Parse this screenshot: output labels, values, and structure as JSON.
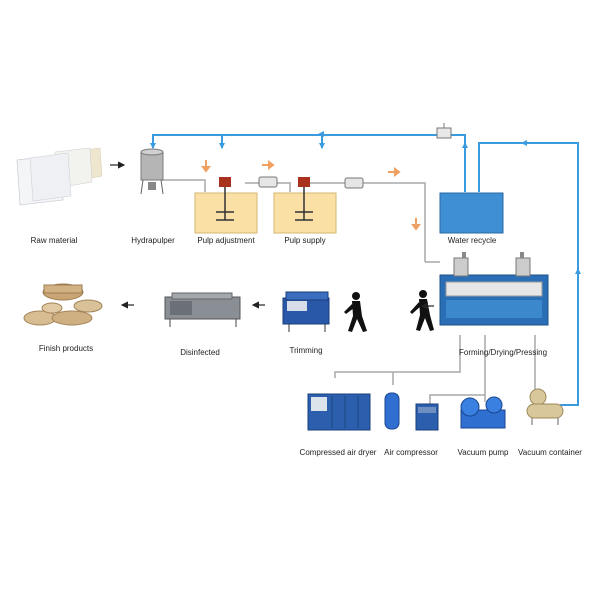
{
  "labels": {
    "raw_material": "Raw material",
    "hydrapulper": "Hydrapulper",
    "pulp_adjustment": "Pulp adjustment",
    "pulp_supply": "Pulp supply",
    "water_recycle": "Water recycle",
    "finish_products": "Finish products",
    "disinfected": "Disinfected",
    "trimming": "Trimming",
    "forming": "Forming/Drying/Pressing",
    "compressed_air_dryer": "Compressed air dryer",
    "air_compressor": "Air compressor",
    "vacuum_pump": "Vacuum pump",
    "vacuum_container": "Vacuum container"
  },
  "colors": {
    "water_line": "#3b9be0",
    "pulp_line": "#a8a8a8",
    "flow_arrow": "#f0a060",
    "tank_fill": "#fbe0a6",
    "water_tank": "#3f8fd4",
    "machine_blue": "#2a62b4"
  }
}
